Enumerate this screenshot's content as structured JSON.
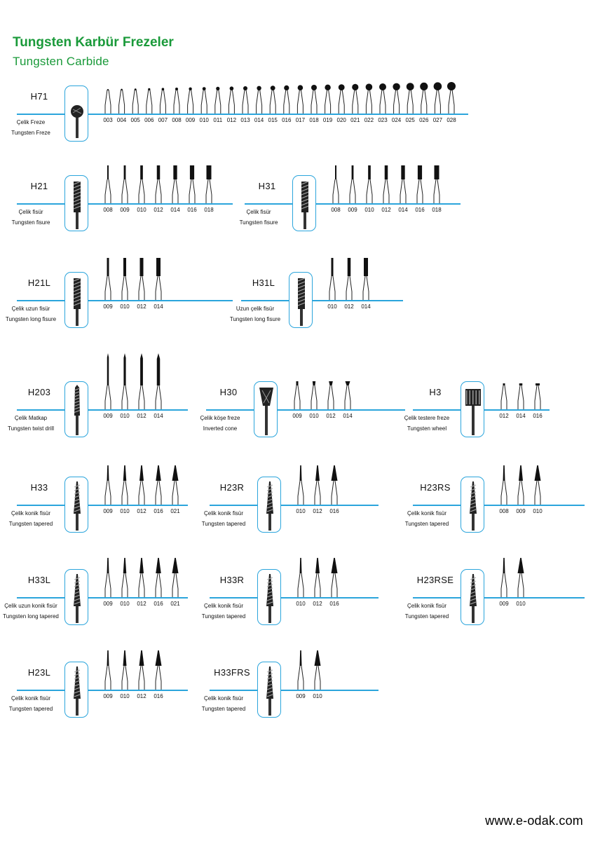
{
  "header": {
    "title": "Tungsten Karbür Frezeler",
    "subtitle": "Tungsten Carbide"
  },
  "footer": {
    "url": "www.e-odak.com"
  },
  "colors": {
    "title": "#1a9a3a",
    "accent": "#2ba5dc",
    "bur": "#111111"
  },
  "products": [
    {
      "code": "H71",
      "label_tr": "Çelik Freze",
      "label_en": "Tungsten Freze",
      "head": "round",
      "sizes": [
        "003",
        "004",
        "005",
        "006",
        "007",
        "008",
        "009",
        "010",
        "011",
        "012",
        "013",
        "014",
        "015",
        "016",
        "017",
        "018",
        "019",
        "020",
        "021",
        "022",
        "023",
        "024",
        "025",
        "026",
        "027",
        "028"
      ]
    },
    {
      "code": "H21",
      "label_tr": "Çelik fisür",
      "label_en": "Tungsten fisure",
      "head": "cylinder",
      "sizes": [
        "008",
        "009",
        "010",
        "012",
        "014",
        "016",
        "018"
      ]
    },
    {
      "code": "H31",
      "label_tr": "Çelik fisür",
      "label_en": "Tungsten fisure",
      "head": "cylinder",
      "sizes": [
        "008",
        "009",
        "010",
        "012",
        "014",
        "016",
        "018"
      ]
    },
    {
      "code": "H21L",
      "label_tr": "Çelik uzun fisür",
      "label_en": "Tungsten long fisure",
      "head": "longcyl",
      "sizes": [
        "009",
        "010",
        "012",
        "014"
      ]
    },
    {
      "code": "H31L",
      "label_tr": "Uzun çelik fisür",
      "label_en": "Tungsten long fisure",
      "head": "longcyl",
      "sizes": [
        "010",
        "012",
        "014"
      ]
    },
    {
      "code": "H203",
      "label_tr": "Çelik Matkap",
      "label_en": "Tungsten twist drill",
      "head": "drill",
      "sizes": [
        "009",
        "010",
        "012",
        "014"
      ]
    },
    {
      "code": "H30",
      "label_tr": "Çelik köşe freze",
      "label_en": "Inverted cone",
      "head": "invcone",
      "sizes": [
        "009",
        "010",
        "012",
        "014"
      ]
    },
    {
      "code": "H3",
      "label_tr": "Çelik testere freze",
      "label_en": "Tungsten wheel",
      "head": "wheel",
      "sizes": [
        "012",
        "014",
        "016"
      ]
    },
    {
      "code": "H33",
      "label_tr": "Çelik konik fisür",
      "label_en": "Tungsten tapered",
      "head": "taper",
      "sizes": [
        "009",
        "010",
        "012",
        "016",
        "021"
      ]
    },
    {
      "code": "H23R",
      "label_tr": "Çelik konik fisür",
      "label_en": "Tungsten tapered",
      "head": "taper",
      "sizes": [
        "010",
        "012",
        "016"
      ]
    },
    {
      "code": "H23RS",
      "label_tr": "Çelik konik fisür",
      "label_en": "Tungsten tapered",
      "head": "taper",
      "sizes": [
        "008",
        "009",
        "010"
      ]
    },
    {
      "code": "H33L",
      "label_tr": "Çelik uzun konik fisür",
      "label_en": "Tungsten long tapered",
      "head": "taper",
      "sizes": [
        "009",
        "010",
        "012",
        "016",
        "021"
      ]
    },
    {
      "code": "H33R",
      "label_tr": "Çelik konik fisür",
      "label_en": "Tungsten tapered",
      "head": "taper",
      "sizes": [
        "010",
        "012",
        "016"
      ]
    },
    {
      "code": "H23RSE",
      "label_tr": "Çelik konik fisür",
      "label_en": "Tungsten tapered",
      "head": "taper",
      "sizes": [
        "009",
        "010"
      ]
    },
    {
      "code": "H23L",
      "label_tr": "Çelik konik fisür",
      "label_en": "Tungsten tapered",
      "head": "taper",
      "sizes": [
        "009",
        "010",
        "012",
        "016"
      ]
    },
    {
      "code": "H33FRS",
      "label_tr": "Çelik konik fisür",
      "label_en": "Tungsten tapered",
      "head": "taper",
      "sizes": [
        "009",
        "010"
      ]
    }
  ]
}
